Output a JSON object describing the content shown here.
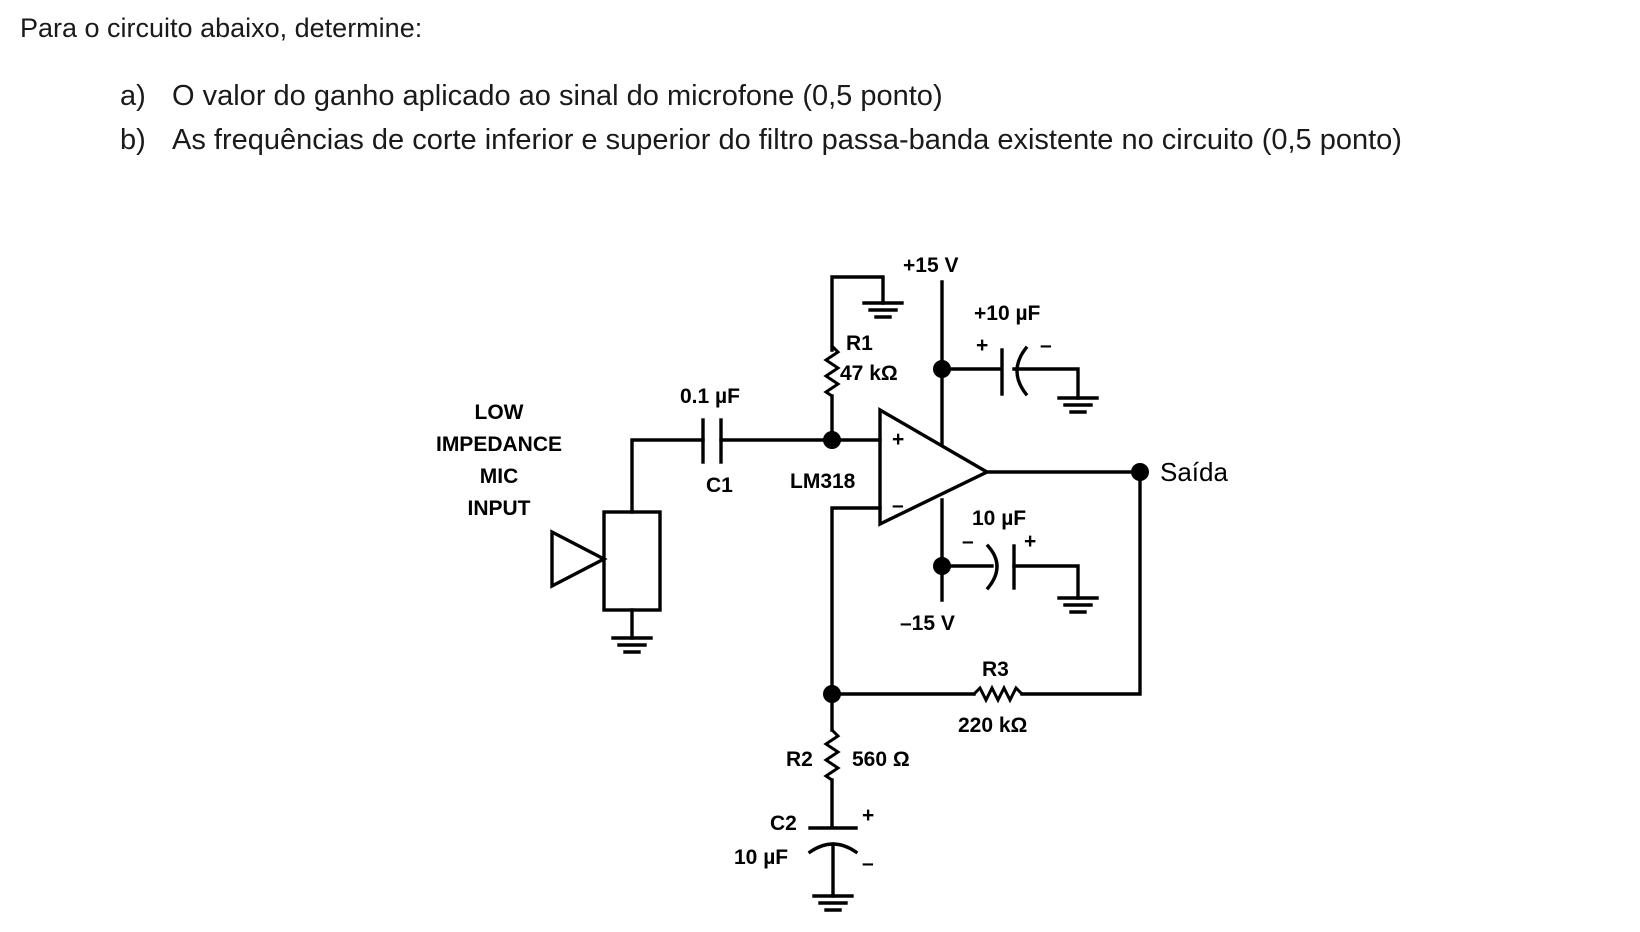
{
  "intro": "Para o circuito abaixo, determine:",
  "questions": [
    {
      "marker": "a)",
      "text": "O valor do ganho aplicado ao sinal do microfone (0,5 ponto)"
    },
    {
      "marker": "b)",
      "text": "As frequências de corte inferior e superior do filtro passa-banda existente no circuito (0,5 ponto)"
    }
  ],
  "circuit": {
    "vplus": "+15 V",
    "vminus": "–15 V",
    "r1": {
      "name": "R1",
      "value": "47 kΩ"
    },
    "c_top": {
      "value": "+10 µF",
      "plus": "+",
      "minus": "–"
    },
    "c1": {
      "name": "C1",
      "value": "0.1 µF"
    },
    "mic_label": [
      "LOW",
      "IMPEDANCE",
      "MIC",
      "INPUT"
    ],
    "opamp": {
      "name": "LM318",
      "plus": "+",
      "minus": "–"
    },
    "c_bot": {
      "value": "10 µF",
      "plus": "+",
      "minus": "–"
    },
    "r3": {
      "name": "R3",
      "value": "220 kΩ"
    },
    "r2": {
      "name": "R2",
      "value": "560 Ω"
    },
    "c2": {
      "name": "C2",
      "value": "10 µF",
      "plus": "+",
      "minus": "–"
    },
    "output": "Saída"
  }
}
